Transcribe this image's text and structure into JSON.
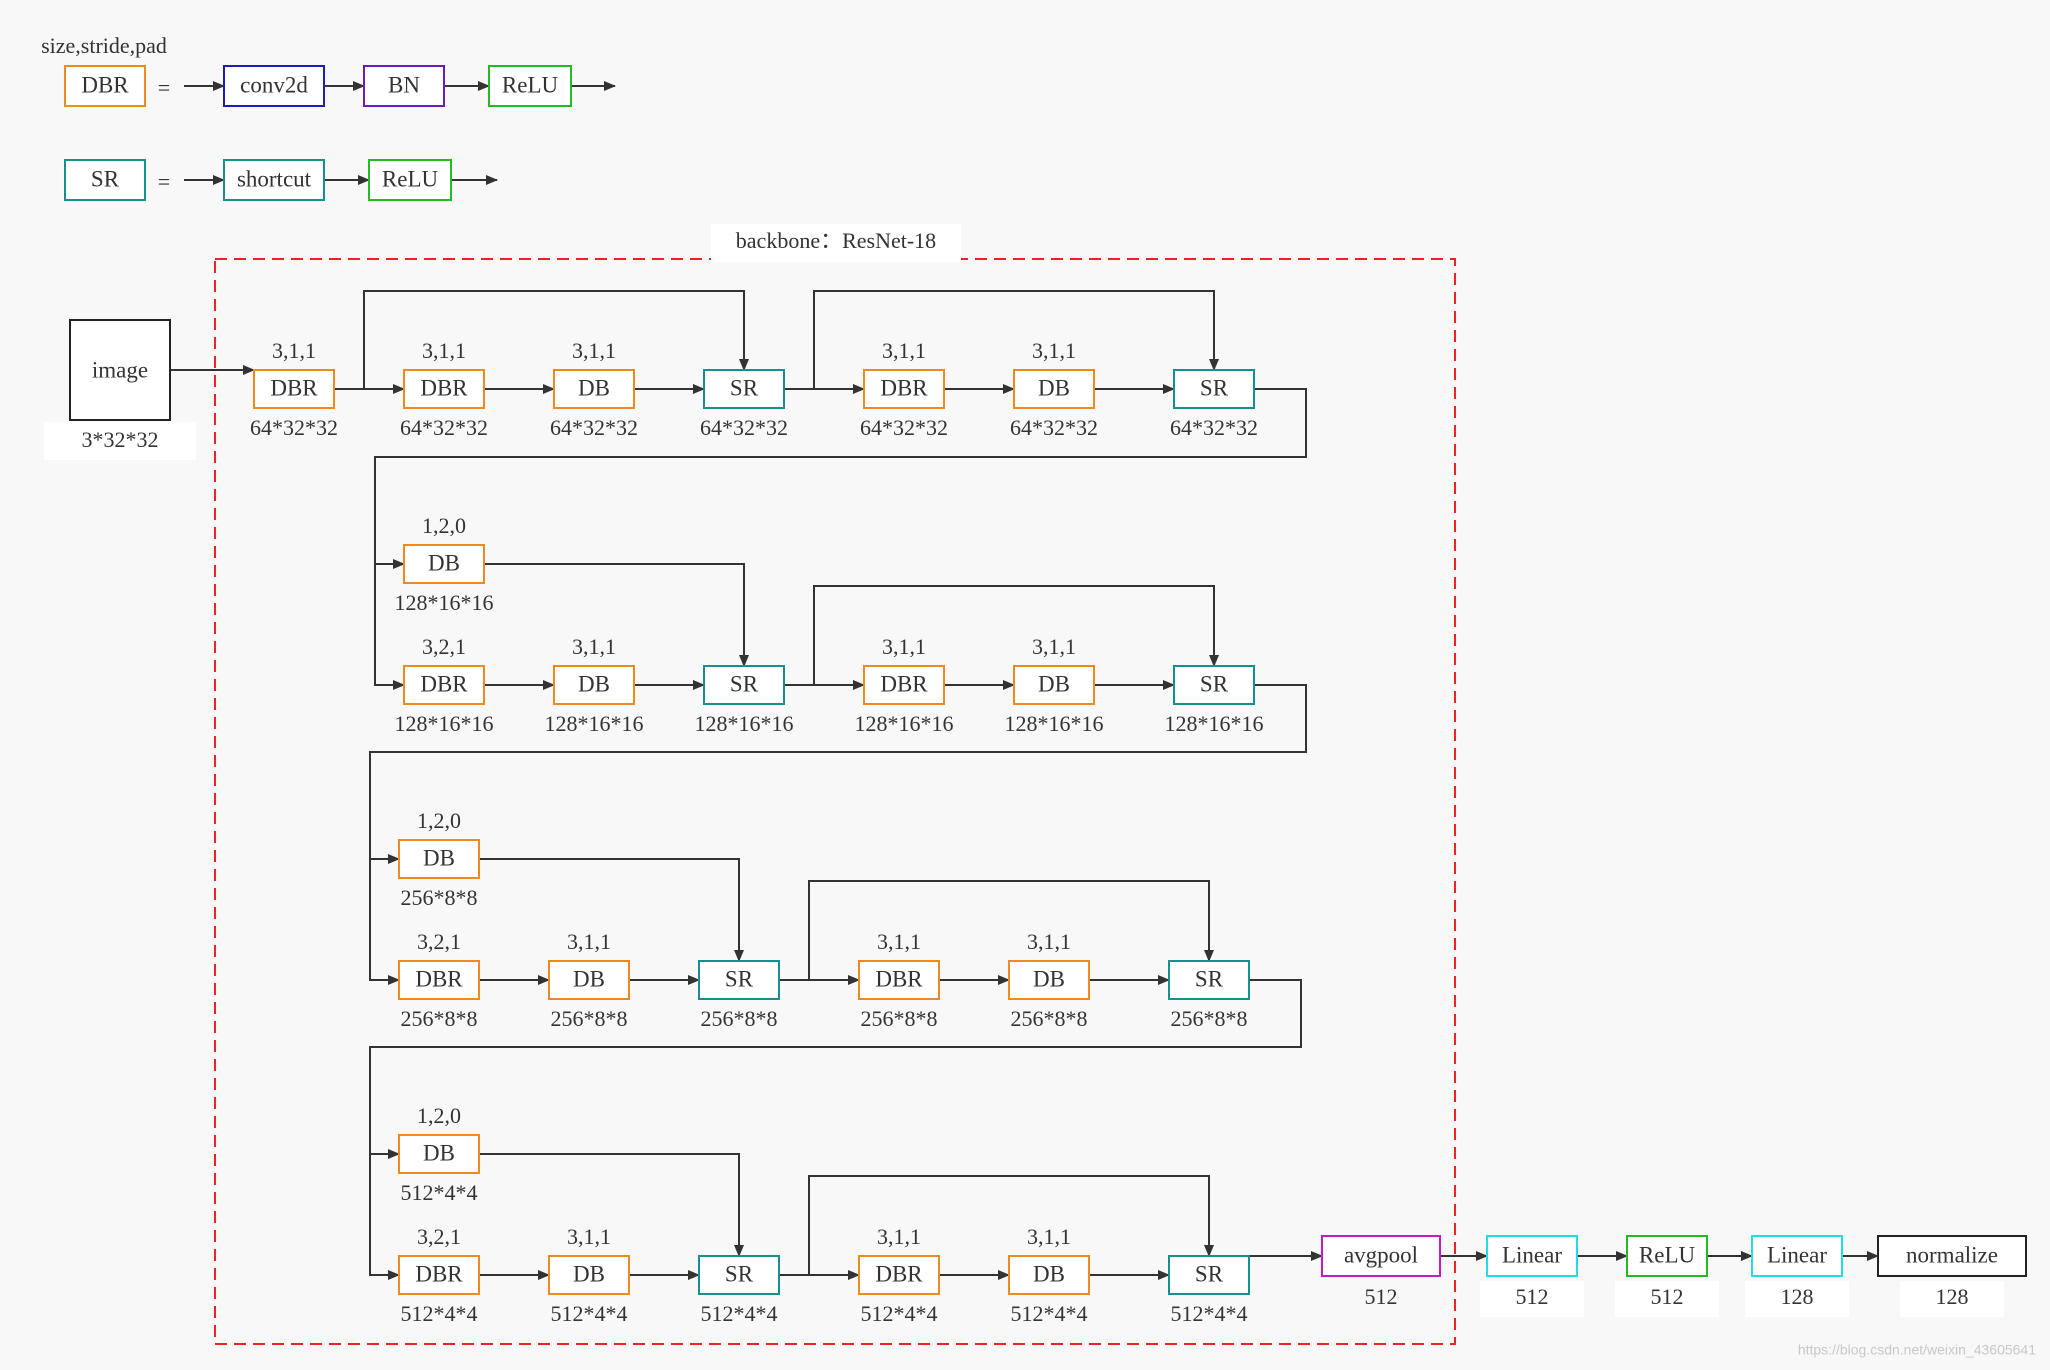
{
  "colors": {
    "background": "#f8f8f8",
    "DBR": "#f08a1e",
    "DB": "#f08a1e",
    "SR": "#13908f",
    "conv2d": "#1d1db8",
    "BN": "#6a1db8",
    "ReLU": "#22bb22",
    "shortcut": "#13908f",
    "avgpool": "#c41cc4",
    "Linear": "#22dde8",
    "plain": "#222222",
    "edge": "#333333",
    "backbone_border": "#ee2222"
  },
  "legend": {
    "header": "size,stride,pad",
    "dbr": {
      "lhs": "DBR",
      "eq": "=",
      "items": [
        "conv2d",
        "BN",
        "ReLU"
      ]
    },
    "sr": {
      "lhs": "SR",
      "eq": "=",
      "items": [
        "shortcut",
        "ReLU"
      ]
    }
  },
  "backbone_title": "backbone：ResNet-18",
  "input": {
    "label": "image",
    "dims": "3*32*32"
  },
  "stages": [
    {
      "row1": [
        {
          "type": "DBR",
          "params": "3,1,1",
          "dims": "64*32*32"
        },
        {
          "type": "DBR",
          "params": "3,1,1",
          "dims": "64*32*32"
        },
        {
          "type": "DB",
          "params": "3,1,1",
          "dims": "64*32*32"
        },
        {
          "type": "SR",
          "params": "",
          "dims": "64*32*32"
        },
        {
          "type": "DBR",
          "params": "3,1,1",
          "dims": "64*32*32"
        },
        {
          "type": "DB",
          "params": "3,1,1",
          "dims": "64*32*32"
        },
        {
          "type": "SR",
          "params": "",
          "dims": "64*32*32"
        }
      ]
    },
    {
      "down": {
        "type": "DB",
        "params": "1,2,0",
        "dims": "128*16*16"
      },
      "row1": [
        {
          "type": "DBR",
          "params": "3,2,1",
          "dims": "128*16*16"
        },
        {
          "type": "DB",
          "params": "3,1,1",
          "dims": "128*16*16"
        },
        {
          "type": "SR",
          "params": "",
          "dims": "128*16*16"
        },
        {
          "type": "DBR",
          "params": "3,1,1",
          "dims": "128*16*16"
        },
        {
          "type": "DB",
          "params": "3,1,1",
          "dims": "128*16*16"
        },
        {
          "type": "SR",
          "params": "",
          "dims": "128*16*16"
        }
      ]
    },
    {
      "down": {
        "type": "DB",
        "params": "1,2,0",
        "dims": "256*8*8"
      },
      "row1": [
        {
          "type": "DBR",
          "params": "3,2,1",
          "dims": "256*8*8"
        },
        {
          "type": "DB",
          "params": "3,1,1",
          "dims": "256*8*8"
        },
        {
          "type": "SR",
          "params": "",
          "dims": "256*8*8"
        },
        {
          "type": "DBR",
          "params": "3,1,1",
          "dims": "256*8*8"
        },
        {
          "type": "DB",
          "params": "3,1,1",
          "dims": "256*8*8"
        },
        {
          "type": "SR",
          "params": "",
          "dims": "256*8*8"
        }
      ]
    },
    {
      "down": {
        "type": "DB",
        "params": "1,2,0",
        "dims": "512*4*4"
      },
      "row1": [
        {
          "type": "DBR",
          "params": "3,2,1",
          "dims": "512*4*4"
        },
        {
          "type": "DB",
          "params": "3,1,1",
          "dims": "512*4*4"
        },
        {
          "type": "SR",
          "params": "",
          "dims": "512*4*4"
        },
        {
          "type": "DBR",
          "params": "3,1,1",
          "dims": "512*4*4"
        },
        {
          "type": "DB",
          "params": "3,1,1",
          "dims": "512*4*4"
        },
        {
          "type": "SR",
          "params": "",
          "dims": "512*4*4"
        }
      ]
    }
  ],
  "head": [
    {
      "type": "avgpool",
      "dims": "512"
    },
    {
      "type": "Linear",
      "dims": "512"
    },
    {
      "type": "ReLU",
      "dims": "512"
    },
    {
      "type": "Linear",
      "dims": "128"
    },
    {
      "type": "normalize",
      "dims": "128"
    }
  ],
  "watermark": "https://blog.csdn.net/weixin_43605641"
}
